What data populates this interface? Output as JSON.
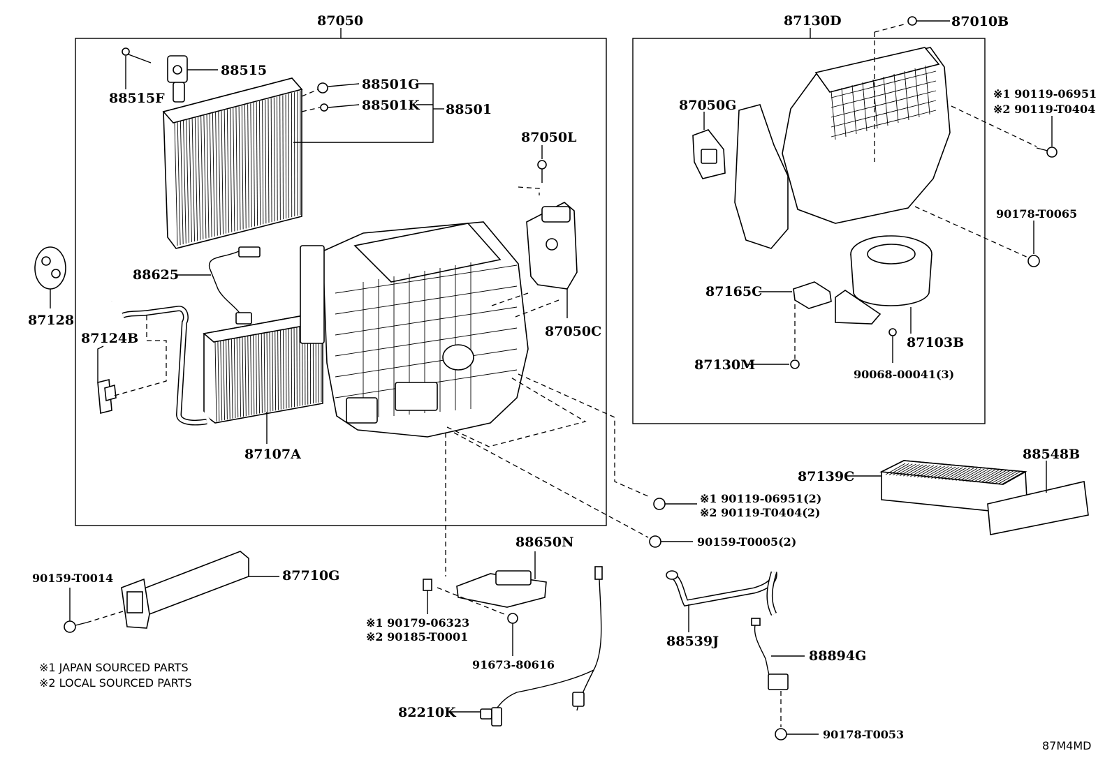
{
  "labels": {
    "p87050": "87050",
    "p87130D": "87130D",
    "p87010B": "87010B",
    "p88515": "88515",
    "p88515F": "88515F",
    "p88501G": "88501G",
    "p88501K": "88501K",
    "p88501": "88501",
    "p87050L": "87050L",
    "p87050G": "87050G",
    "p90119a": "※1 90119-06951",
    "p90119b": "※2 90119-T0404",
    "p90178T0065": "90178-T0065",
    "p87128": "87128",
    "p88625": "88625",
    "p87124B": "87124B",
    "p87050C": "87050C",
    "p87165C": "87165C",
    "p87103B": "87103B",
    "p87130M": "87130M",
    "p90068": "90068-00041(3)",
    "p87107A": "87107A",
    "p88548B": "88548B",
    "p87139C": "87139C",
    "p90119c": "※1 90119-06951(2)",
    "p90119d": "※2 90119-T0404(2)",
    "p90159T0005": "90159-T0005(2)",
    "p88650N": "88650N",
    "p90159T0014": "90159-T0014",
    "p87710G": "87710G",
    "p90179": "※1 90179-06323",
    "p90185": "※2 90185-T0001",
    "p91673": "91673-80616",
    "p88539J": "88539J",
    "p88894G": "88894G",
    "p82210K": "82210K",
    "p90178T0053": "90178-T0053",
    "code": "87M4MD"
  },
  "notes": {
    "japan": "※1 JAPAN SOURCED PARTS",
    "local": "※2 LOCAL SOURCED PARTS"
  }
}
